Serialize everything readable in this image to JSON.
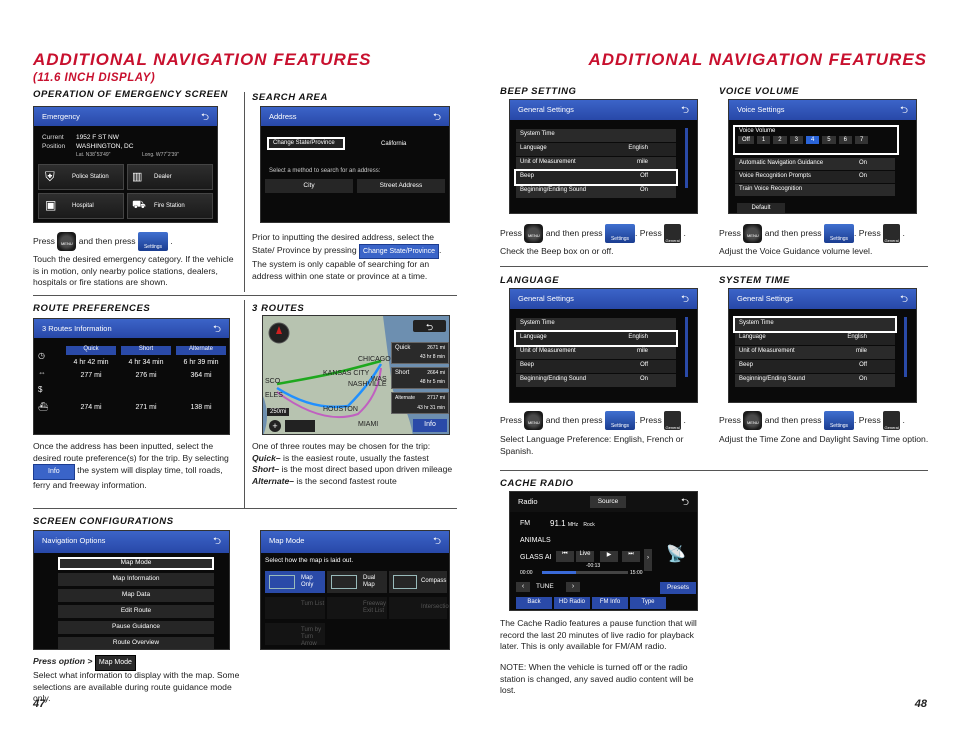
{
  "banner_left": "ADDITIONAL NAVIGATION FEATURES",
  "banner_right": "ADDITIONAL NAVIGATION FEATURES",
  "subtitle": "(11.6 INCH DISPLAY)",
  "page_left": "47",
  "page_right": "48",
  "emergency": {
    "heading": "OPERATION OF EMERGENCY SCREEN",
    "screen_title": "Emergency",
    "current_label": "Current",
    "position_label": "Position",
    "address1": "1952 F ST NW",
    "address2": "WASHINGTON, DC",
    "lat": "Lat. N38˚53'49\"",
    "long": "Long. W77˚2'39\"",
    "btn_police": "Police Station",
    "btn_dealer": "Dealer",
    "btn_hospital": "Hospital",
    "btn_fire": "Fire Station",
    "press": "Press",
    "and_then": "and then press",
    "end": ".",
    "body": "Touch the desired emergency category. If the vehicle is in motion, only nearby police stations, dealers, hospitals or fire stations are shown."
  },
  "search": {
    "heading": "SEARCH AREA",
    "screen_title": "Address",
    "change_btn": "Change State/Province",
    "state": "California",
    "select_text": "Select a method to search for an address:",
    "city": "City",
    "street": "Street Address",
    "body_a": "Prior to inputting the desired address, select the State/ Province by pressing",
    "inline_btn": "Change State/Province",
    "body_b": ". The system is only capable of searching for an address within one state or province at a time."
  },
  "routes_pref": {
    "heading": "ROUTE PREFERENCES",
    "screen_title": "3 Routes Information",
    "cols": [
      "Quick",
      "Short",
      "Alternate"
    ],
    "time": [
      "4 hr 42 min",
      "4 hr 34 min",
      "6 hr 39 min"
    ],
    "dist": [
      "277 mi",
      "276 mi",
      "364 mi"
    ],
    "cost": [
      "274 mi",
      "271 mi",
      "138 mi"
    ],
    "body_a": "Once the address has been inputted, select the desired route preference(s) for the trip. By selecting",
    "inline_btn": "Info",
    "body_b": "the system will display time, toll roads, ferry and freeway information."
  },
  "three_routes": {
    "heading": "3 ROUTES",
    "body_a": "One of three routes may be chosen for the trip:",
    "quick_label": "Quick–",
    "quick_text": " is the easiest route, usually the fastest",
    "short_label": "Short–",
    "short_text": " is the most direct based upon driven mileage",
    "alt_label": "Alternate–",
    "alt_text": " is the second fastest route",
    "map_quick": "Quick",
    "map_quick_mi": "2671 mi",
    "map_quick_t": "43 hr  8 min",
    "map_short": "Short",
    "map_short_mi": "2664 mi",
    "map_short_t": "48 hr  5 min",
    "map_alt": "Alternate",
    "map_alt_mi": "2717 mi",
    "map_alt_t": "43 hr  31 min",
    "map_info": "Info",
    "map_scale": "250mi",
    "city_kansas": "KANSAS CITY",
    "city_chicago": "CHICAGO",
    "city_nash": "NASHVILLE",
    "city_houston": "HOUSTON",
    "city_miami": "MIAMI",
    "city_sf": "SCO",
    "city_la": "ELES",
    "city_wash": "WAS"
  },
  "screen_config": {
    "heading": "SCREEN CONFIGURATIONS",
    "nav_title": "Navigation Options",
    "nav_items": [
      "Map Mode",
      "Map Information",
      "Map Data",
      "Edit Route",
      "Pause Guidance",
      "Route Overview"
    ],
    "mode_title": "Map Mode",
    "mode_sub": "Select how the map is laid out.",
    "mode_map_only": "Map Only",
    "mode_dual": "Dual Map",
    "mode_compass": "Compass",
    "mode_turn_list": "Turn List",
    "mode_freeway": "Freeway Exit List",
    "mode_intersection": "Intersection",
    "mode_turn_by_turn": "Turn by Turn Arrow",
    "press_option": "Press option >",
    "inline_btn": "Map Mode",
    "body": "Select what information to display with the map. Some selections are available during route guidance mode only."
  },
  "general_rows": [
    "System Time",
    "Language",
    "Unit of Measurement",
    "Beep",
    "Beginning/Ending Sound"
  ],
  "general_vals": [
    "",
    "English",
    "mile",
    "Off",
    "On"
  ],
  "general_title": "General Settings",
  "beep": {
    "heading": "BEEP SETTING",
    "body": "Check the Beep box on or off."
  },
  "voice": {
    "heading": "VOICE VOLUME",
    "screen_title": "Voice Settings",
    "vol_label": "Voice Volume",
    "vol_levels": [
      "Off",
      "1",
      "2",
      "3",
      "4",
      "5",
      "6",
      "7"
    ],
    "rows": [
      "Automatic Navigation Guidance",
      "Voice Recognition Prompts",
      "Train Voice Recognition"
    ],
    "vals": [
      "On",
      "On",
      ""
    ],
    "default_btn": "Default",
    "body": "Adjust the Voice Guidance volume level."
  },
  "language": {
    "heading": "LANGUAGE",
    "body": "Select Language Preference: English, French or Spanish."
  },
  "systime": {
    "heading": "SYSTEM TIME",
    "body": "Adjust the Time Zone and Daylight Saving Time option."
  },
  "cache": {
    "heading": "CACHE RADIO",
    "screen_title": "Radio",
    "source": "Source",
    "band": "FM",
    "freq": "91.1",
    "mhz": "MHz",
    "genre": "Rock",
    "line2": "ANIMALS",
    "line3": "GLASS AI",
    "live": "Live",
    "offset": "-00:13",
    "t_start": "00:00",
    "t_end": "15:00",
    "tune": "TUNE",
    "presets": "Presets",
    "tabs": [
      "Back",
      "HD Radio",
      "FM Info",
      "Type"
    ],
    "body1": "The Cache Radio features a pause function that will record the last 20 minutes of live radio for playback later. This is only available for FM/AM radio.",
    "body2": "NOTE: When the vehicle is turned off or the radio station is changed, any saved audio content will be lost."
  },
  "press_words": {
    "press": "Press",
    "and_then": "and then press",
    "press2": ". Press",
    "dot": ".",
    "settings_lbl": "Settings",
    "general_lbl": "General",
    "menu_lbl": "MENU"
  }
}
